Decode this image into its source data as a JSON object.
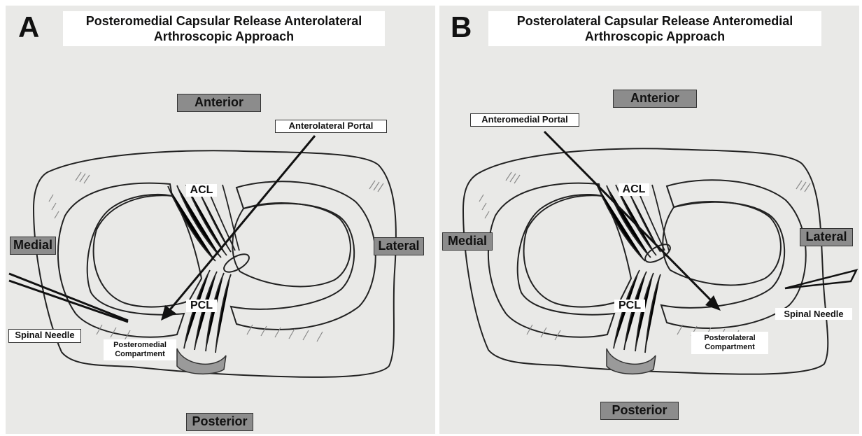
{
  "panels": [
    {
      "letter": "A",
      "title": "Posteromedial Capsular Release Anterolateral Arthroscopic Approach",
      "anterior": "Anterior",
      "posterior": "Posterior",
      "medial": "Medial",
      "lateral": "Lateral",
      "portal": "Anterolateral Portal",
      "acl": "ACL",
      "pcl": "PCL",
      "spinal_needle": "Spinal Needle",
      "compartment": "Posteromedial Compartment"
    },
    {
      "letter": "B",
      "title": "Posterolateral Capsular Release Anteromedial Arthroscopic Approach",
      "anterior": "Anterior",
      "posterior": "Posterior",
      "medial": "Medial",
      "lateral": "Lateral",
      "portal": "Anteromedial Portal",
      "acl": "ACL",
      "pcl": "PCL",
      "spinal_needle": "Spinal Needle",
      "compartment": "Posterolateral Compartment"
    }
  ],
  "colors": {
    "paper": "#e9e9e7",
    "label_box": "#8c8c8c",
    "ink": "#1a1a1a"
  }
}
